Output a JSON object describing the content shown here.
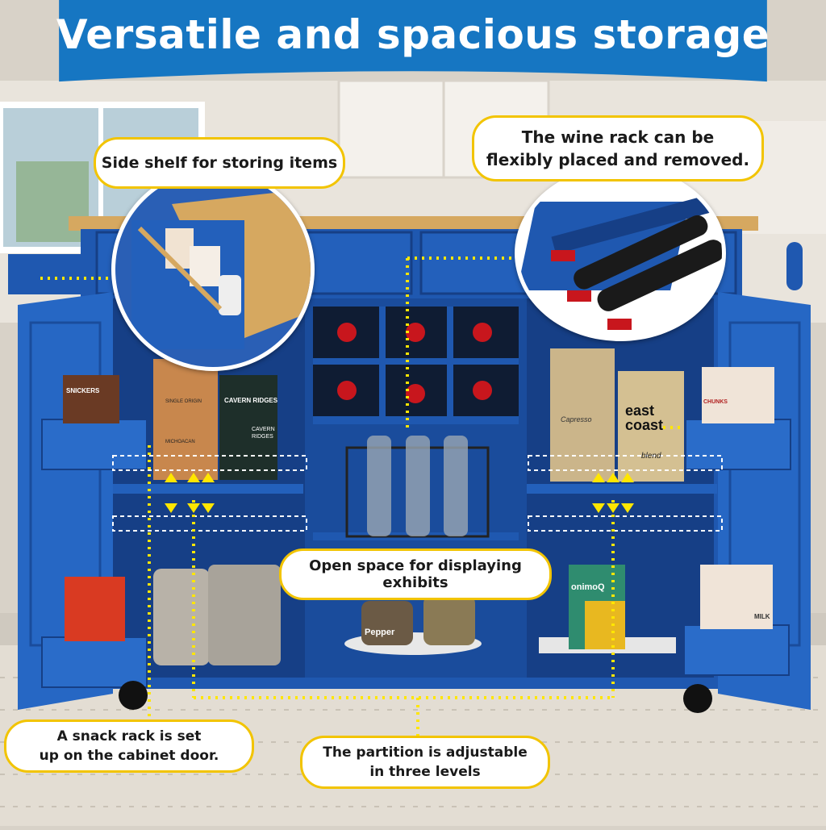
{
  "title": "Versatile and spacious storage",
  "colors": {
    "banner_blue": "#1676c2",
    "cabinet_blue": "#1f58b0",
    "cabinet_dark": "#163f86",
    "callout_border": "#f2c400",
    "marker_yellow": "#ffe600",
    "wood_top": "#d6a860"
  },
  "callouts": {
    "side_shelf": "Side shelf for storing items",
    "wine_rack": "The wine rack can be\nflexibly placed and removed.",
    "open_space": "Open space for displaying exhibits",
    "snack_rack": "A snack rack is set\nup on the cabinet door.",
    "partition": "The partition is adjustable\nin three levels"
  },
  "product_labels": {
    "snacks_brand": "SNICKERS",
    "coffee_left_brand": "CAVERN RIDGES",
    "coffee_left_sub": "CAVERN\nRIDGES",
    "coffee_small": "SINGLE ORIGIN",
    "coffee_small_sub": "MICHOACAN",
    "coffee_right_script": "Capresso",
    "coffee_right_brand": "east\ncoast",
    "coffee_right_sub": "blend",
    "jar_label": "Pepper",
    "box_brand": "onimoQ",
    "cereal_label": "CHUNKS",
    "milk_label": "MILK"
  },
  "icons": [
    "up-arrow-icon",
    "down-arrow-icon"
  ]
}
